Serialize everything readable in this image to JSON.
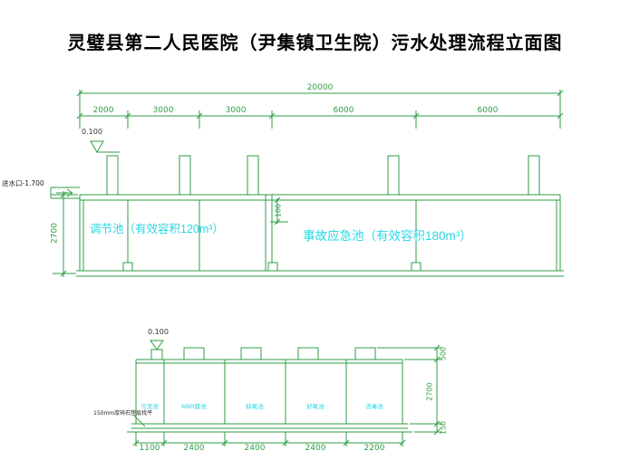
{
  "title": "灵璧县第二人民医院（尹集镇卫生院）污水处理流程立面图",
  "colors": {
    "line_green": "#2f9e44",
    "label_cyan": "#2bd6e4",
    "title_black": "#000000"
  },
  "upper_view": {
    "total_dim": "20000",
    "segment_dims": [
      "2000",
      "3000",
      "3000",
      "6000",
      "6000"
    ],
    "elevation_label": "0.100",
    "inlet_label": "进水口-1.700",
    "left_height_dim": "2700",
    "freeboard_dim": "100",
    "tank1_label": "调节池（有效容积120m³）",
    "tank2_label": "事故应急池（有效容积180m³）"
  },
  "lower_view": {
    "elevation_label": "0.100",
    "base_note": "150mm厚碎石垫层找平",
    "compartment_labels": [
      "污泥池",
      "MBR膜池",
      "缺氧池",
      "好氧池",
      "消毒池"
    ],
    "bottom_dims": [
      "1100",
      "2400",
      "2400",
      "2400",
      "2200"
    ],
    "right_dims": [
      "500",
      "2700",
      "150"
    ]
  }
}
